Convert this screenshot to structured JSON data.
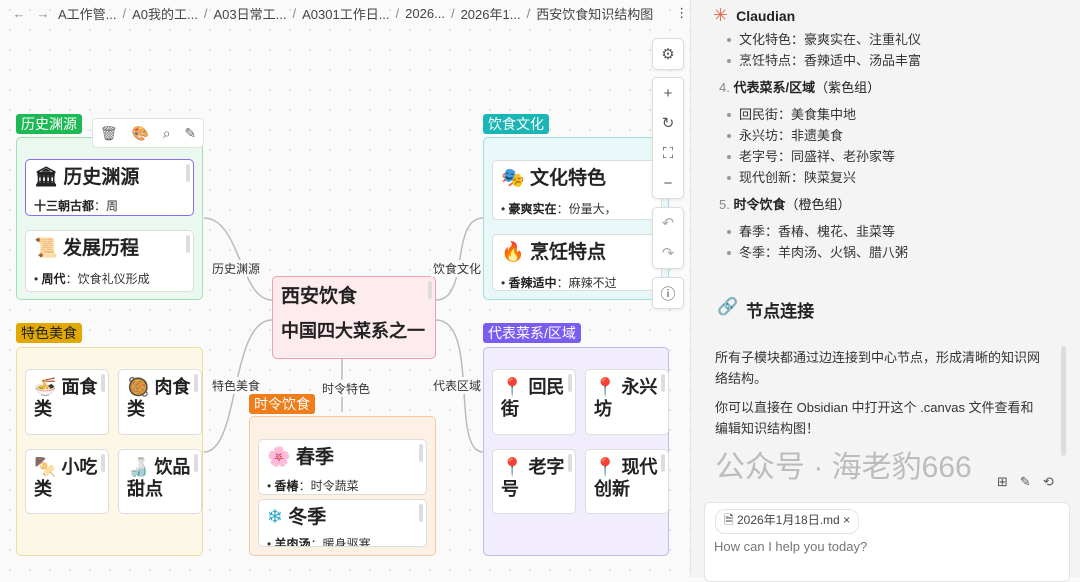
{
  "breadcrumb": {
    "back": "←",
    "forward": "→",
    "items": [
      "A工作管...",
      "A0我的工...",
      "A03日常工...",
      "A0301工作日...",
      "2026...",
      "2026年1...",
      "西安饮食知识结构图"
    ],
    "more": "⋮"
  },
  "canvas": {
    "center": {
      "title": "西安饮食",
      "subtitle": "中国四大菜系之一"
    },
    "edges": [
      "历史渊源",
      "饮食文化",
      "特色美食",
      "时令特色",
      "代表区域"
    ],
    "groups": {
      "history": {
        "label": "历史渊源",
        "color": "#1db954",
        "cards": [
          {
            "icon": "🏛",
            "title": "历史渊源",
            "bold": "十三朝古都",
            "text": "：周"
          },
          {
            "icon": "📜",
            "title": "发展历程",
            "bold": "周代",
            "text": "：饮食礼仪形成"
          }
        ]
      },
      "culture": {
        "label": "饮食文化",
        "color": "#1bb5b5",
        "cards": [
          {
            "icon": "🎭",
            "title": "文化特色",
            "bold": "豪爽实在",
            "text": "：份量大，"
          },
          {
            "icon": "🔥",
            "title": "烹饪特点",
            "bold": "香辣适中",
            "text": "：麻辣不过"
          }
        ]
      },
      "food": {
        "label": "特色美食",
        "color": "#e0a800",
        "cards": [
          {
            "icon": "🍜",
            "title": "面食类"
          },
          {
            "icon": "🥘",
            "title": "肉食类"
          },
          {
            "icon": "🍢",
            "title": "小吃类"
          },
          {
            "icon": "🍶",
            "title": "饮品甜点"
          }
        ]
      },
      "season": {
        "label": "时令饮食",
        "color": "#ef7d1a",
        "cards": [
          {
            "icon": "🌸",
            "title": "春季",
            "bold": "香椿",
            "text": "：时令蔬菜"
          },
          {
            "icon": "❄",
            "title": "冬季",
            "bold": "羊肉汤",
            "text": "：暖身驱寒"
          }
        ]
      },
      "region": {
        "label": "代表菜系/区域",
        "color": "#7b5cf0",
        "cards": [
          {
            "icon": "📍",
            "title": "回民街"
          },
          {
            "icon": "📍",
            "title": "永兴坊"
          },
          {
            "icon": "📍",
            "title": "老字号"
          },
          {
            "icon": "📍",
            "title": "现代创新"
          }
        ]
      }
    },
    "node_toolbar": [
      "trash-icon",
      "palette-icon",
      "zoom-to-fit-icon",
      "edit-icon"
    ],
    "controls": [
      "settings",
      "zoom-in",
      "reset",
      "fullscreen",
      "zoom-out",
      "undo",
      "redo",
      "help"
    ]
  },
  "panel": {
    "title": "Claudian",
    "top_items": [
      "文化特色：豪爽实在、注重礼仪",
      "烹饪特点：香辣适中、汤品丰富"
    ],
    "sections": [
      {
        "num": "4.",
        "title": "代表菜系/区域",
        "note": "（紫色组）",
        "items": [
          "回民街：美食集中地",
          "永兴坊：非遗美食",
          "老字号：同盛祥、老孙家等",
          "现代创新：陕菜复兴"
        ]
      },
      {
        "num": "5.",
        "title": "时令饮食",
        "note": "（橙色组）",
        "items": [
          "春季：香椿、槐花、韭菜等",
          "冬季：羊肉汤、火锅、腊八粥"
        ]
      }
    ],
    "heading": "节点连接",
    "para1": "所有子模块都通过边连接到中心节点，形成清晰的知识网络结构。",
    "para2": "你可以直接在 Obsidian 中打开这个 .canvas 文件查看和编辑知识结构图！",
    "attachment": "2026年1月18日.md",
    "input_placeholder": "How can I help you today?",
    "watermark": "公众号 · 海老豹666"
  }
}
